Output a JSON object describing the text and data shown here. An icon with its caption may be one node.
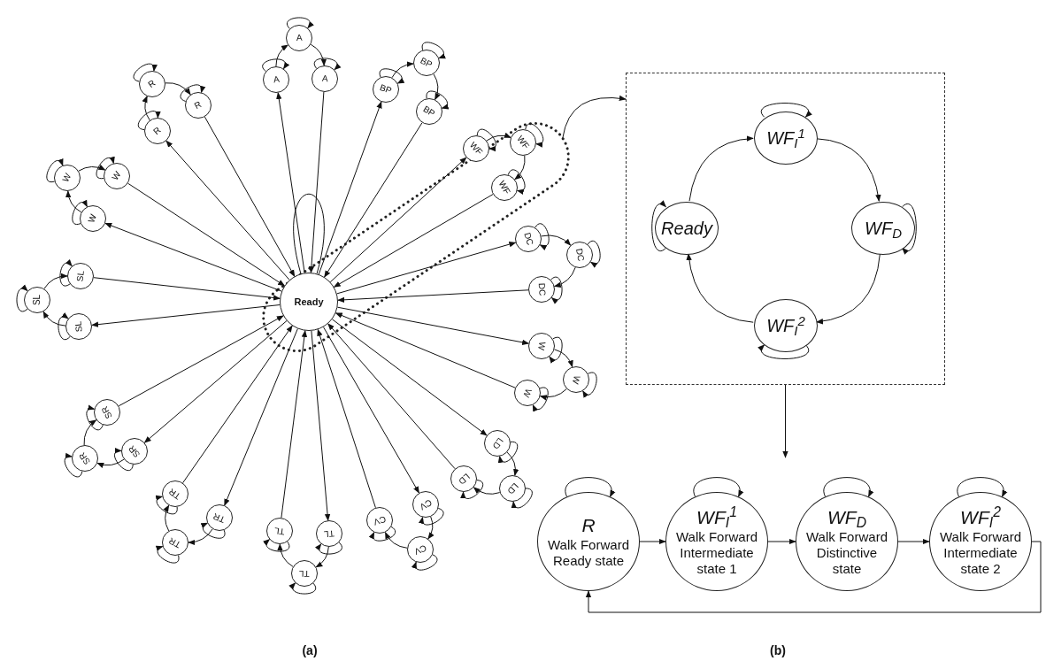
{
  "diagram": {
    "nodes": [
      {
        "text": [
          "Ready"
        ]
      },
      {
        "text": [
          "A"
        ]
      },
      {
        "text": [
          "A"
        ]
      },
      {
        "text": [
          "A"
        ]
      },
      {
        "text": [
          "BP"
        ]
      },
      {
        "text": [
          "BP"
        ]
      },
      {
        "text": [
          "BP"
        ]
      },
      {
        "text": [
          "WF"
        ]
      },
      {
        "text": [
          "WF"
        ]
      },
      {
        "text": [
          "WF"
        ]
      },
      {
        "text": [
          "DC"
        ]
      },
      {
        "text": [
          "DC"
        ]
      },
      {
        "text": [
          "DC"
        ]
      },
      {
        "text": [
          "W"
        ]
      },
      {
        "text": [
          "W"
        ]
      },
      {
        "text": [
          "W"
        ]
      },
      {
        "text": [
          "LD"
        ]
      },
      {
        "text": [
          "LD"
        ]
      },
      {
        "text": [
          "LD"
        ]
      },
      {
        "text": [
          "CV"
        ]
      },
      {
        "text": [
          "CV"
        ]
      },
      {
        "text": [
          "CV"
        ]
      },
      {
        "text": [
          "TL"
        ]
      },
      {
        "text": [
          "TL"
        ]
      },
      {
        "text": [
          "TL"
        ]
      },
      {
        "text": [
          "TR"
        ]
      },
      {
        "text": [
          "TR"
        ]
      },
      {
        "text": [
          "TR"
        ]
      },
      {
        "text": [
          "SR"
        ]
      },
      {
        "text": [
          "SR"
        ]
      },
      {
        "text": [
          "SR"
        ]
      },
      {
        "text": [
          "SL"
        ]
      },
      {
        "text": [
          "SL"
        ]
      },
      {
        "text": [
          "SL"
        ]
      },
      {
        "text": [
          "W"
        ]
      },
      {
        "text": [
          "W"
        ]
      },
      {
        "text": [
          "W"
        ]
      },
      {
        "text": [
          "R"
        ]
      },
      {
        "text": [
          "R"
        ]
      },
      {
        "text": [
          "R"
        ]
      },
      {
        "text": [],
        "shape": "box"
      },
      {
        "text": [
          "Ready"
        ],
        "in": 40
      },
      {
        "text": [
          "WF$_{I}$$^{1}$"
        ],
        "in": 40
      },
      {
        "text": [
          "WF$_{D}$"
        ],
        "in": 40
      },
      {
        "text": [
          "WF$_{I}$$^{2}$"
        ],
        "in": 40
      },
      {
        "text": [
          "R",
          "Walk Forward Ready state"
        ]
      },
      {
        "text": [
          "WF$_{I}$$^{1}$",
          "Walk Forward Intermediate state 1"
        ]
      },
      {
        "text": [
          "WF$_{D}$",
          "Walk Forward Distinctive state"
        ]
      },
      {
        "text": [
          "WF$_{I}$$^{2}$",
          "Walk Forward Intermediate state 2"
        ]
      }
    ],
    "edges": [
      {
        "from": 0,
        "to": 1,
        "arrow": "to"
      },
      {
        "from": 1,
        "to": 2,
        "arrow": "to"
      },
      {
        "from": 2,
        "to": 3,
        "arrow": "to"
      },
      {
        "from": 3,
        "to": 0,
        "arrow": "to"
      },
      {
        "from": 1,
        "to": 1,
        "arrow": "to"
      },
      {
        "from": 2,
        "to": 2,
        "arrow": "to"
      },
      {
        "from": 3,
        "to": 3,
        "arrow": "to"
      },
      {
        "from": 0,
        "to": 4,
        "arrow": "to"
      },
      {
        "from": 4,
        "to": 5,
        "arrow": "to"
      },
      {
        "from": 5,
        "to": 6,
        "arrow": "to"
      },
      {
        "from": 6,
        "to": 0,
        "arrow": "to"
      },
      {
        "from": 4,
        "to": 4,
        "arrow": "to"
      },
      {
        "from": 5,
        "to": 5,
        "arrow": "to"
      },
      {
        "from": 6,
        "to": 6,
        "arrow": "to"
      },
      {
        "from": 0,
        "to": 7,
        "arrow": "to"
      },
      {
        "from": 7,
        "to": 8,
        "arrow": "to"
      },
      {
        "from": 8,
        "to": 9,
        "arrow": "to"
      },
      {
        "from": 9,
        "to": 0,
        "arrow": "to"
      },
      {
        "from": 7,
        "to": 7,
        "arrow": "to"
      },
      {
        "from": 8,
        "to": 8,
        "arrow": "to"
      },
      {
        "from": 9,
        "to": 9,
        "arrow": "to"
      },
      {
        "from": 0,
        "to": 10,
        "arrow": "to"
      },
      {
        "from": 10,
        "to": 11,
        "arrow": "to"
      },
      {
        "from": 11,
        "to": 12,
        "arrow": "to"
      },
      {
        "from": 12,
        "to": 0,
        "arrow": "to"
      },
      {
        "from": 10,
        "to": 10,
        "arrow": "to"
      },
      {
        "from": 11,
        "to": 11,
        "arrow": "to"
      },
      {
        "from": 12,
        "to": 12,
        "arrow": "to"
      },
      {
        "from": 0,
        "to": 13,
        "arrow": "to"
      },
      {
        "from": 13,
        "to": 14,
        "arrow": "to"
      },
      {
        "from": 14,
        "to": 15,
        "arrow": "to"
      },
      {
        "from": 15,
        "to": 0,
        "arrow": "to"
      },
      {
        "from": 13,
        "to": 13,
        "arrow": "to"
      },
      {
        "from": 14,
        "to": 14,
        "arrow": "to"
      },
      {
        "from": 15,
        "to": 15,
        "arrow": "to"
      },
      {
        "from": 0,
        "to": 16,
        "arrow": "to"
      },
      {
        "from": 16,
        "to": 17,
        "arrow": "to"
      },
      {
        "from": 17,
        "to": 18,
        "arrow": "to"
      },
      {
        "from": 18,
        "to": 0,
        "arrow": "to"
      },
      {
        "from": 16,
        "to": 16,
        "arrow": "to"
      },
      {
        "from": 17,
        "to": 17,
        "arrow": "to"
      },
      {
        "from": 18,
        "to": 18,
        "arrow": "to"
      },
      {
        "from": 0,
        "to": 19,
        "arrow": "to"
      },
      {
        "from": 19,
        "to": 20,
        "arrow": "to"
      },
      {
        "from": 20,
        "to": 21,
        "arrow": "to"
      },
      {
        "from": 21,
        "to": 0,
        "arrow": "to"
      },
      {
        "from": 19,
        "to": 19,
        "arrow": "to"
      },
      {
        "from": 20,
        "to": 20,
        "arrow": "to"
      },
      {
        "from": 21,
        "to": 21,
        "arrow": "to"
      },
      {
        "from": 0,
        "to": 22,
        "arrow": "to"
      },
      {
        "from": 22,
        "to": 23,
        "arrow": "to"
      },
      {
        "from": 23,
        "to": 24,
        "arrow": "to"
      },
      {
        "from": 24,
        "to": 0,
        "arrow": "to"
      },
      {
        "from": 22,
        "to": 22,
        "arrow": "to"
      },
      {
        "from": 23,
        "to": 23,
        "arrow": "to"
      },
      {
        "from": 24,
        "to": 24,
        "arrow": "to"
      },
      {
        "from": 0,
        "to": 25,
        "arrow": "to"
      },
      {
        "from": 25,
        "to": 26,
        "arrow": "to"
      },
      {
        "from": 26,
        "to": 27,
        "arrow": "to"
      },
      {
        "from": 27,
        "to": 0,
        "arrow": "to"
      },
      {
        "from": 25,
        "to": 25,
        "arrow": "to"
      },
      {
        "from": 26,
        "to": 26,
        "arrow": "to"
      },
      {
        "from": 27,
        "to": 27,
        "arrow": "to"
      },
      {
        "from": 0,
        "to": 28,
        "arrow": "to"
      },
      {
        "from": 28,
        "to": 29,
        "arrow": "to"
      },
      {
        "from": 29,
        "to": 30,
        "arrow": "to"
      },
      {
        "from": 30,
        "to": 0,
        "arrow": "to"
      },
      {
        "from": 28,
        "to": 28,
        "arrow": "to"
      },
      {
        "from": 29,
        "to": 29,
        "arrow": "to"
      },
      {
        "from": 30,
        "to": 30,
        "arrow": "to"
      },
      {
        "from": 0,
        "to": 31,
        "arrow": "to"
      },
      {
        "from": 31,
        "to": 32,
        "arrow": "to"
      },
      {
        "from": 32,
        "to": 33,
        "arrow": "to"
      },
      {
        "from": 33,
        "to": 0,
        "arrow": "to"
      },
      {
        "from": 31,
        "to": 31,
        "arrow": "to"
      },
      {
        "from": 32,
        "to": 32,
        "arrow": "to"
      },
      {
        "from": 33,
        "to": 33,
        "arrow": "to"
      },
      {
        "from": 0,
        "to": 34,
        "arrow": "to"
      },
      {
        "from": 34,
        "to": 35,
        "arrow": "to"
      },
      {
        "from": 35,
        "to": 36,
        "arrow": "to"
      },
      {
        "from": 36,
        "to": 0,
        "arrow": "to"
      },
      {
        "from": 34,
        "to": 34,
        "arrow": "to"
      },
      {
        "from": 35,
        "to": 35,
        "arrow": "to"
      },
      {
        "from": 36,
        "to": 36,
        "arrow": "to"
      },
      {
        "from": 0,
        "to": 37,
        "arrow": "to"
      },
      {
        "from": 37,
        "to": 38,
        "arrow": "to"
      },
      {
        "from": 38,
        "to": 39,
        "arrow": "to"
      },
      {
        "from": 39,
        "to": 0,
        "arrow": "to"
      },
      {
        "from": 37,
        "to": 37,
        "arrow": "to"
      },
      {
        "from": 38,
        "to": 38,
        "arrow": "to"
      },
      {
        "from": 39,
        "to": 39,
        "arrow": "to"
      },
      {
        "from": 0,
        "to": 0,
        "arrow": "none"
      },
      {
        "from": null,
        "to": 40,
        "arrow": "to"
      },
      {
        "from": 40,
        "to": null,
        "arrow": "to"
      },
      {
        "from": 41,
        "to": 42,
        "arrow": "to"
      },
      {
        "from": 42,
        "to": 43,
        "arrow": "to"
      },
      {
        "from": 43,
        "to": 44,
        "arrow": "to"
      },
      {
        "from": 44,
        "to": 41,
        "arrow": "to"
      },
      {
        "from": 41,
        "to": 41,
        "arrow": "to"
      },
      {
        "from": 42,
        "to": 42,
        "arrow": "to"
      },
      {
        "from": 43,
        "to": 43,
        "arrow": "to"
      },
      {
        "from": 44,
        "to": 44,
        "arrow": "to"
      },
      {
        "from": 45,
        "to": 46,
        "arrow": "to"
      },
      {
        "from": 46,
        "to": 47,
        "arrow": "to"
      },
      {
        "from": 47,
        "to": 48,
        "arrow": "to"
      },
      {
        "from": 48,
        "to": 45,
        "arrow": "to"
      },
      {
        "from": 45,
        "to": 45,
        "arrow": "to"
      },
      {
        "from": 46,
        "to": 46,
        "arrow": "to"
      },
      {
        "from": 47,
        "to": 47,
        "arrow": "to"
      },
      {
        "from": 48,
        "to": 48,
        "arrow": "to"
      }
    ],
    "labels": [
      "(a)",
      "(b)"
    ]
  }
}
